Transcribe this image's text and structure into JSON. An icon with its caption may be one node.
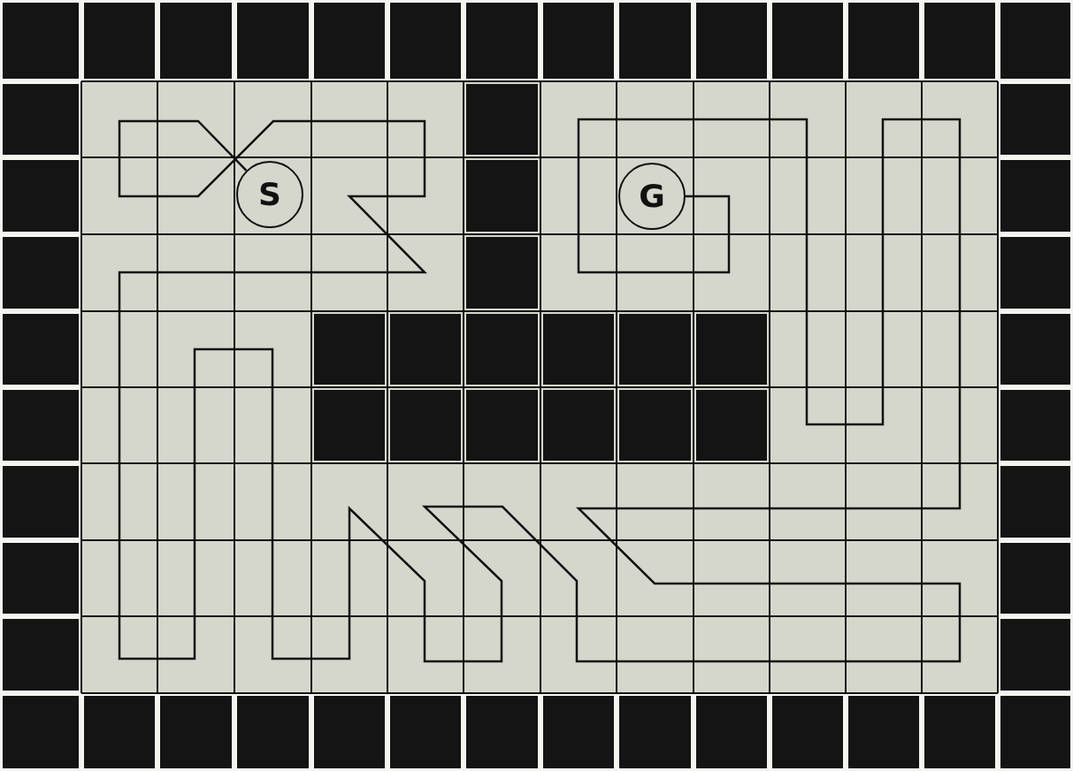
{
  "diagram": {
    "nodes": [
      {
        "text": [
          "S"
        ]
      },
      {
        "text": [
          "G"
        ]
      }
    ],
    "edges": [
      {
        "from": 0,
        "to": 1,
        "arrow": "none"
      }
    ]
  }
}
